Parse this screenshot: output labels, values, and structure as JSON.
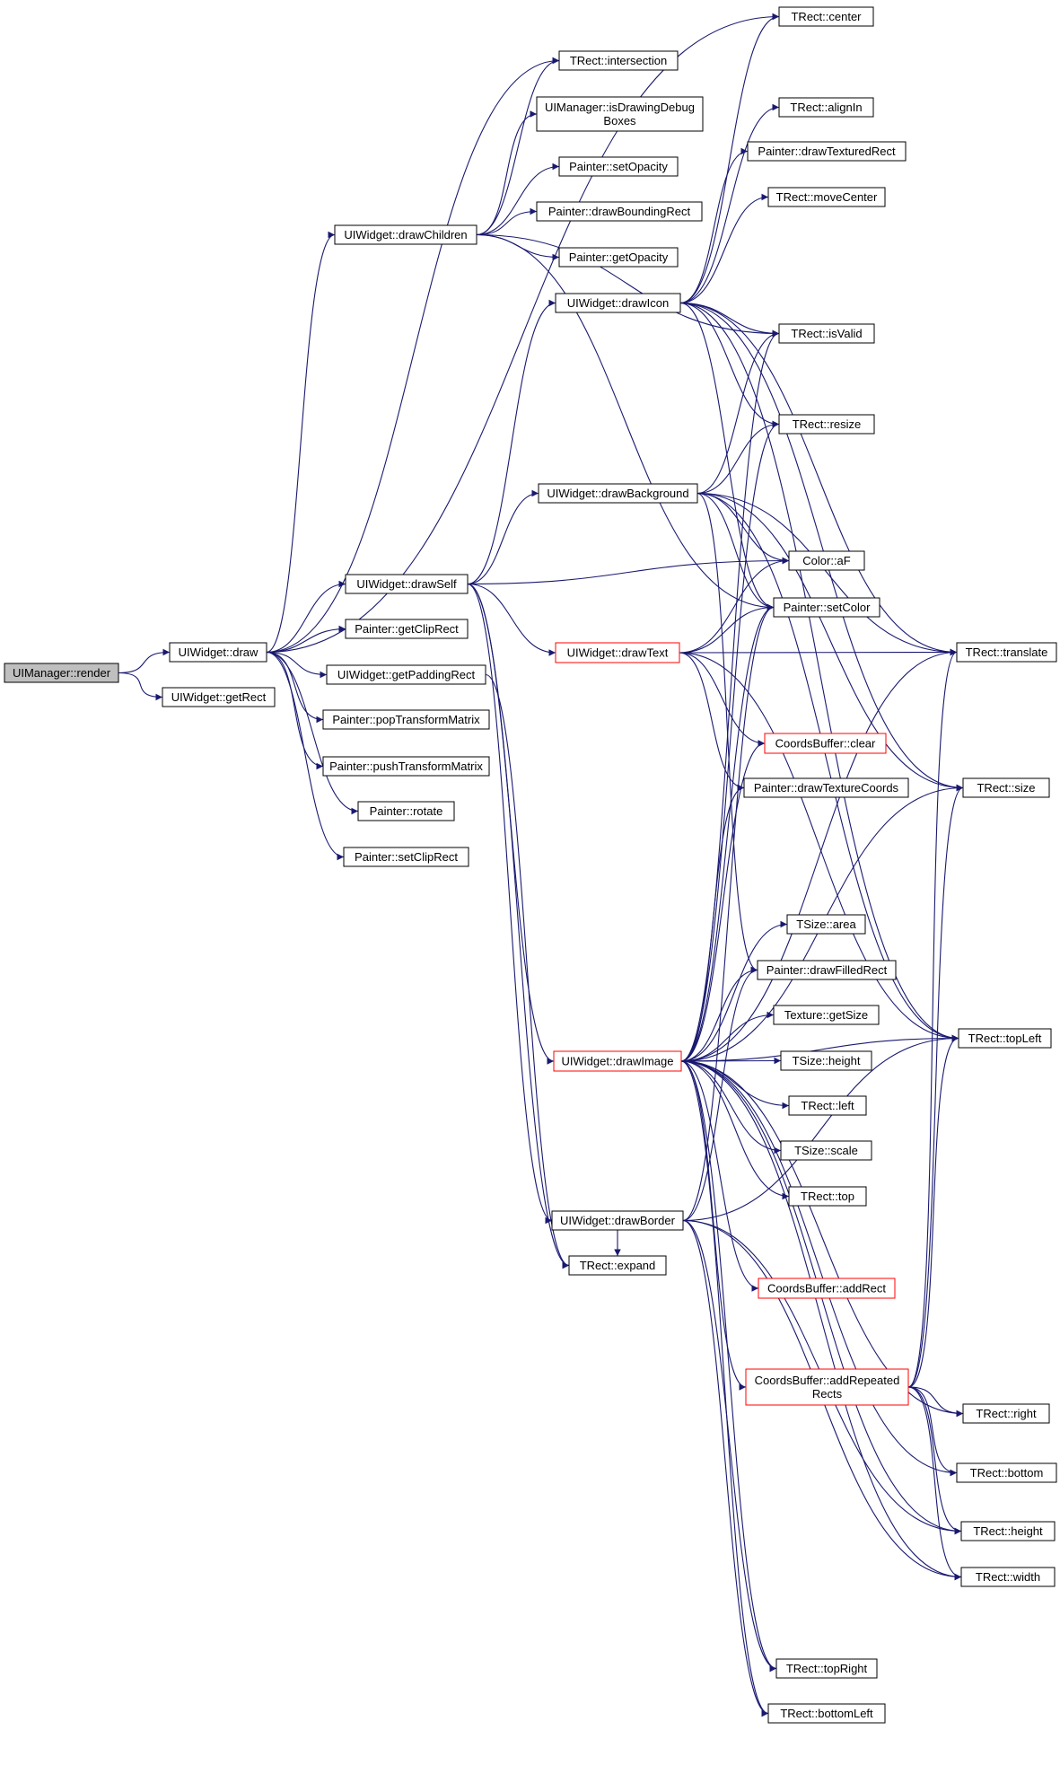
{
  "colors": {
    "edge": "#191970",
    "root_fill": "#bfbfbf",
    "red_border": "#ff0000",
    "border": "#000000"
  },
  "nodes": [
    {
      "id": "render",
      "label": [
        "UIManager::render"
      ],
      "style": "root"
    },
    {
      "id": "draw",
      "label": [
        "UIWidget::draw"
      ]
    },
    {
      "id": "getRect",
      "label": [
        "UIWidget::getRect"
      ]
    },
    {
      "id": "center",
      "label": [
        "TRect::center"
      ]
    },
    {
      "id": "intersection",
      "label": [
        "TRect::intersection"
      ]
    },
    {
      "id": "isDrawingDebugBoxes",
      "label": [
        "UIManager::isDrawingDebug",
        "Boxes"
      ]
    },
    {
      "id": "setOpacity",
      "label": [
        "Painter::setOpacity"
      ]
    },
    {
      "id": "drawBoundingRect",
      "label": [
        "Painter::drawBoundingRect"
      ]
    },
    {
      "id": "drawChildren",
      "label": [
        "UIWidget::drawChildren"
      ]
    },
    {
      "id": "getOpacity",
      "label": [
        "Painter::getOpacity"
      ]
    },
    {
      "id": "drawIcon",
      "label": [
        "UIWidget::drawIcon"
      ]
    },
    {
      "id": "alignIn",
      "label": [
        "TRect::alignIn"
      ]
    },
    {
      "id": "drawTexturedRect",
      "label": [
        "Painter::drawTexturedRect"
      ]
    },
    {
      "id": "moveCenter",
      "label": [
        "TRect::moveCenter"
      ]
    },
    {
      "id": "isValid",
      "label": [
        "TRect::isValid"
      ]
    },
    {
      "id": "resize",
      "label": [
        "TRect::resize"
      ]
    },
    {
      "id": "drawBackground",
      "label": [
        "UIWidget::drawBackground"
      ]
    },
    {
      "id": "aF",
      "label": [
        "Color::aF"
      ]
    },
    {
      "id": "drawSelf",
      "label": [
        "UIWidget::drawSelf"
      ]
    },
    {
      "id": "setColor",
      "label": [
        "Painter::setColor"
      ]
    },
    {
      "id": "getClipRect",
      "label": [
        "Painter::getClipRect"
      ]
    },
    {
      "id": "drawText",
      "label": [
        "UIWidget::drawText"
      ],
      "style": "red"
    },
    {
      "id": "translate",
      "label": [
        "TRect::translate"
      ]
    },
    {
      "id": "getPaddingRect",
      "label": [
        "UIWidget::getPaddingRect"
      ]
    },
    {
      "id": "popTransformMatrix",
      "label": [
        "Painter::popTransformMatrix"
      ]
    },
    {
      "id": "clear",
      "label": [
        "CoordsBuffer::clear"
      ],
      "style": "red"
    },
    {
      "id": "pushTransformMatrix",
      "label": [
        "Painter::pushTransformMatrix"
      ]
    },
    {
      "id": "drawTextureCoords",
      "label": [
        "Painter::drawTextureCoords"
      ]
    },
    {
      "id": "size",
      "label": [
        "TRect::size"
      ]
    },
    {
      "id": "rotate",
      "label": [
        "Painter::rotate"
      ]
    },
    {
      "id": "setClipRect",
      "label": [
        "Painter::setClipRect"
      ]
    },
    {
      "id": "area",
      "label": [
        "TSize::area"
      ]
    },
    {
      "id": "drawFilledRect",
      "label": [
        "Painter::drawFilledRect"
      ]
    },
    {
      "id": "getSize",
      "label": [
        "Texture::getSize"
      ]
    },
    {
      "id": "topLeft",
      "label": [
        "TRect::topLeft"
      ]
    },
    {
      "id": "drawImage",
      "label": [
        "UIWidget::drawImage"
      ],
      "style": "red"
    },
    {
      "id": "tsHeight",
      "label": [
        "TSize::height"
      ]
    },
    {
      "id": "left",
      "label": [
        "TRect::left"
      ]
    },
    {
      "id": "scale",
      "label": [
        "TSize::scale"
      ]
    },
    {
      "id": "top",
      "label": [
        "TRect::top"
      ]
    },
    {
      "id": "drawBorder",
      "label": [
        "UIWidget::drawBorder"
      ]
    },
    {
      "id": "expand",
      "label": [
        "TRect::expand"
      ]
    },
    {
      "id": "addRect",
      "label": [
        "CoordsBuffer::addRect"
      ],
      "style": "red"
    },
    {
      "id": "addRepeatedRects",
      "label": [
        "CoordsBuffer::addRepeated",
        "Rects"
      ],
      "style": "red"
    },
    {
      "id": "right",
      "label": [
        "TRect::right"
      ]
    },
    {
      "id": "bottom",
      "label": [
        "TRect::bottom"
      ]
    },
    {
      "id": "height",
      "label": [
        "TRect::height"
      ]
    },
    {
      "id": "width",
      "label": [
        "TRect::width"
      ]
    },
    {
      "id": "topRight",
      "label": [
        "TRect::topRight"
      ]
    },
    {
      "id": "bottomLeft",
      "label": [
        "TRect::bottomLeft"
      ]
    }
  ],
  "edges": [
    [
      "render",
      "draw"
    ],
    [
      "render",
      "getRect"
    ],
    [
      "draw",
      "center"
    ],
    [
      "draw",
      "intersection"
    ],
    [
      "draw",
      "drawChildren"
    ],
    [
      "draw",
      "drawSelf"
    ],
    [
      "draw",
      "getClipRect"
    ],
    [
      "draw",
      "getPaddingRect"
    ],
    [
      "draw",
      "popTransformMatrix"
    ],
    [
      "draw",
      "pushTransformMatrix"
    ],
    [
      "draw",
      "rotate"
    ],
    [
      "draw",
      "setClipRect"
    ],
    [
      "drawChildren",
      "intersection"
    ],
    [
      "drawChildren",
      "isDrawingDebugBoxes"
    ],
    [
      "drawChildren",
      "setOpacity"
    ],
    [
      "drawChildren",
      "drawBoundingRect"
    ],
    [
      "drawChildren",
      "getOpacity"
    ],
    [
      "drawChildren",
      "isValid"
    ],
    [
      "drawChildren",
      "setColor"
    ],
    [
      "drawSelf",
      "drawIcon"
    ],
    [
      "drawSelf",
      "drawBackground"
    ],
    [
      "drawSelf",
      "aF"
    ],
    [
      "drawSelf",
      "drawText"
    ],
    [
      "drawSelf",
      "drawImage"
    ],
    [
      "drawSelf",
      "drawBorder"
    ],
    [
      "drawSelf",
      "expand"
    ],
    [
      "drawIcon",
      "center"
    ],
    [
      "drawIcon",
      "alignIn"
    ],
    [
      "drawIcon",
      "drawTexturedRect"
    ],
    [
      "drawIcon",
      "moveCenter"
    ],
    [
      "drawIcon",
      "isValid"
    ],
    [
      "drawIcon",
      "resize"
    ],
    [
      "drawIcon",
      "translate"
    ],
    [
      "drawIcon",
      "size"
    ],
    [
      "drawIcon",
      "topLeft"
    ],
    [
      "drawIcon",
      "setColor"
    ],
    [
      "drawBackground",
      "isValid"
    ],
    [
      "drawBackground",
      "resize"
    ],
    [
      "drawBackground",
      "aF"
    ],
    [
      "drawBackground",
      "setColor"
    ],
    [
      "drawBackground",
      "drawFilledRect"
    ],
    [
      "drawBackground",
      "translate"
    ],
    [
      "drawBackground",
      "size"
    ],
    [
      "drawBackground",
      "topLeft"
    ],
    [
      "drawText",
      "aF"
    ],
    [
      "drawText",
      "setColor"
    ],
    [
      "drawText",
      "translate"
    ],
    [
      "drawText",
      "clear"
    ],
    [
      "drawText",
      "drawTextureCoords"
    ],
    [
      "drawText",
      "topLeft"
    ],
    [
      "drawImage",
      "isValid"
    ],
    [
      "drawImage",
      "resize"
    ],
    [
      "drawImage",
      "setColor"
    ],
    [
      "drawImage",
      "clear"
    ],
    [
      "drawImage",
      "drawTextureCoords"
    ],
    [
      "drawImage",
      "area"
    ],
    [
      "drawImage",
      "drawFilledRect"
    ],
    [
      "drawImage",
      "getSize"
    ],
    [
      "drawImage",
      "tsHeight"
    ],
    [
      "drawImage",
      "left"
    ],
    [
      "drawImage",
      "scale"
    ],
    [
      "drawImage",
      "top"
    ],
    [
      "drawImage",
      "addRect"
    ],
    [
      "drawImage",
      "addRepeatedRects"
    ],
    [
      "drawImage",
      "translate"
    ],
    [
      "drawImage",
      "size"
    ],
    [
      "drawImage",
      "topLeft"
    ],
    [
      "drawImage",
      "right"
    ],
    [
      "drawImage",
      "bottom"
    ],
    [
      "drawImage",
      "height"
    ],
    [
      "drawImage",
      "width"
    ],
    [
      "drawImage",
      "topRight"
    ],
    [
      "drawImage",
      "bottomLeft"
    ],
    [
      "drawBorder",
      "setColor"
    ],
    [
      "drawBorder",
      "drawFilledRect"
    ],
    [
      "drawBorder",
      "topLeft"
    ],
    [
      "drawBorder",
      "height"
    ],
    [
      "drawBorder",
      "width"
    ],
    [
      "drawBorder",
      "topRight"
    ],
    [
      "drawBorder",
      "bottomLeft"
    ],
    [
      "drawBorder",
      "expand"
    ],
    [
      "getPaddingRect",
      "expand"
    ],
    [
      "addRepeatedRects",
      "translate"
    ],
    [
      "addRepeatedRects",
      "size"
    ],
    [
      "addRepeatedRects",
      "topLeft"
    ],
    [
      "addRepeatedRects",
      "right"
    ],
    [
      "addRepeatedRects",
      "bottom"
    ],
    [
      "addRepeatedRects",
      "height"
    ],
    [
      "addRepeatedRects",
      "width"
    ]
  ]
}
